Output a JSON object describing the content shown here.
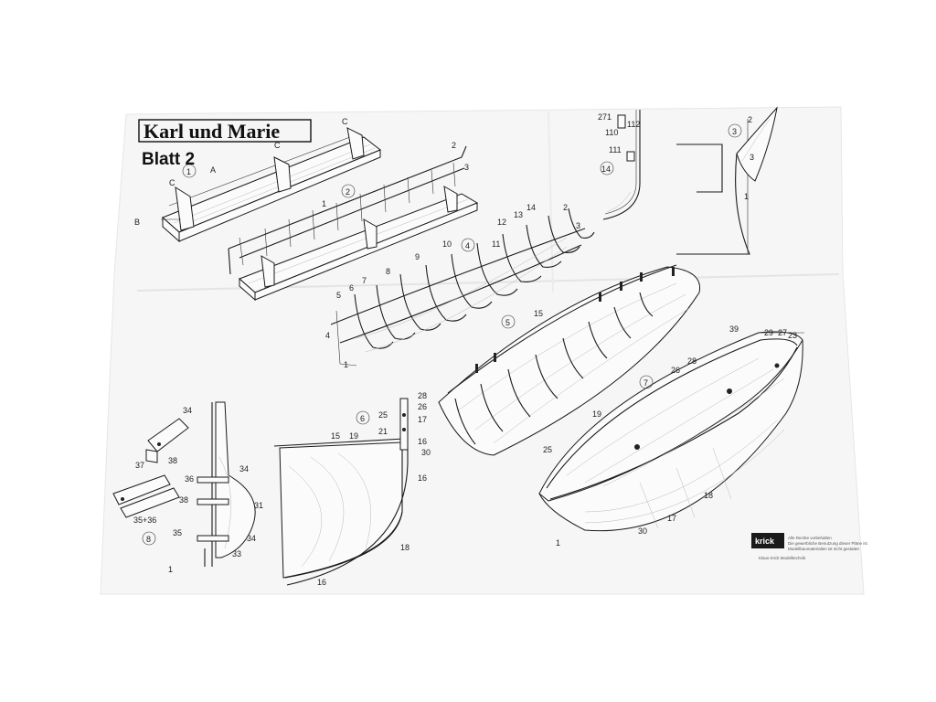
{
  "title": "Karl und Marie",
  "sheet": "Blatt 2",
  "brand": {
    "logo": "krick",
    "notes": [
      "Alle Rechte vorbehalten",
      "Die gewerbliche Benutzung dieser Pläne ist",
      "Modellbaumaterialien ist nicht gestattet",
      "Klaus Krick Modelltechnik"
    ]
  },
  "steps": [
    "1",
    "2",
    "3",
    "4",
    "5",
    "6",
    "7",
    "8",
    "14"
  ],
  "part_labels": {
    "step1": [
      "A",
      "B",
      "C",
      "C",
      "C"
    ],
    "step2": [
      "1",
      "2",
      "3"
    ],
    "step4": [
      "1",
      "4",
      "5",
      "6",
      "7",
      "8",
      "9",
      "10",
      "11",
      "12",
      "13",
      "14",
      "2",
      "3"
    ],
    "step5": [
      "15"
    ],
    "detail14": [
      "271",
      "112",
      "110",
      "111"
    ],
    "detail3": [
      "2",
      "3",
      "1"
    ],
    "step6": [
      "28",
      "25",
      "26",
      "17",
      "21",
      "16",
      "30",
      "15",
      "19",
      "16",
      "18",
      "16"
    ],
    "step7": [
      "39",
      "29",
      "27",
      "23",
      "28",
      "26",
      "19",
      "25",
      "18",
      "17",
      "30",
      "1"
    ],
    "step8": [
      "34",
      "38",
      "37",
      "36",
      "38",
      "35+36",
      "34",
      "31",
      "35",
      "34",
      "33",
      "1"
    ]
  }
}
